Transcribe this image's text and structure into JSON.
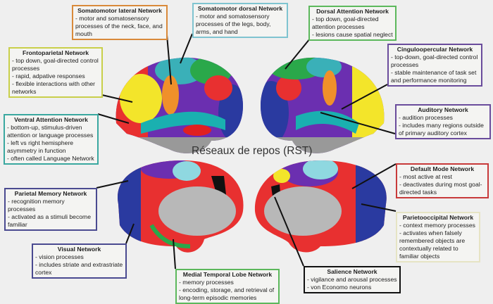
{
  "title": "Réseaux de repos (RST)",
  "networks": {
    "somatomotor_lateral": {
      "name": "Somatomotor lateral Network",
      "lines": [
        "- motor and somatosensory processes of the neck, face, and mouth"
      ],
      "color": "#d98a3a"
    },
    "somatomotor_dorsal": {
      "name": "Somatomotor dorsal Network",
      "lines": [
        "- motor and somatosensory processes of the legs, body, arms, and hand"
      ],
      "color": "#7fc4d0"
    },
    "frontoparietal": {
      "name": "Frontoparietal Network",
      "lines": [
        "- top down, goal-directed control processes",
        "- rapid, adpative responses",
        "- flexible interactions with other networks"
      ],
      "color": "#c9cf4a"
    },
    "ventral_attention": {
      "name": "Ventral Attention Network",
      "lines": [
        "- bottom-up, stimulus-driven attention or language processes",
        "- left vs right hemisphere asymmetry in function",
        "- often called Language Network"
      ],
      "color": "#3aa8a0"
    },
    "dorsal_attention": {
      "name": "Dorsal Attention Network",
      "lines": [
        "- top down, goal-directed attention processes",
        "- lesions cause spatial neglect"
      ],
      "color": "#5cb85c"
    },
    "cinguloopercular": {
      "name": "Cinguloopercular Network",
      "lines": [
        "- top-down, goal-directed control processes",
        "- stable maintenance of task set and performance monitoring"
      ],
      "color": "#6a4c9c"
    },
    "auditory": {
      "name": "Auditory Network",
      "lines": [
        "- audition processes",
        "- includes many regions outside of primary auditory cortex"
      ],
      "color": "#6a4c9c"
    },
    "parietal_memory": {
      "name": "Parietal Memory Network",
      "lines": [
        "- recognition memory processes",
        "- activated as a stimuli become familiar"
      ],
      "color": "#4a4a90"
    },
    "visual": {
      "name": "Visual Network",
      "lines": [
        "- vision processes",
        "- includes striate and extrastriate cortex"
      ],
      "color": "#4a4a90"
    },
    "medial_temporal": {
      "name": "Medial Temporal Lobe Network",
      "lines": [
        "- memory processes",
        "- encoding, storage, and retrieval of long-term episodic memories"
      ],
      "color": "#5cb85c"
    },
    "default_mode": {
      "name": "Default Mode Network",
      "lines": [
        "- most active at rest",
        "- deactivates during most goal-directed tasks"
      ],
      "color": "#c83a3a"
    },
    "parietooccipital": {
      "name": "Parietooccipital Network",
      "lines": [
        "- context memory processes",
        "- activates when falsely remembered objects are contextually related to familiar objects"
      ],
      "color": "#e6e4c4"
    },
    "salience": {
      "name": "Salience Network",
      "lines": [
        "- vigilance and arousal processes",
        "- von Economo neurons"
      ],
      "color": "#111111"
    }
  }
}
